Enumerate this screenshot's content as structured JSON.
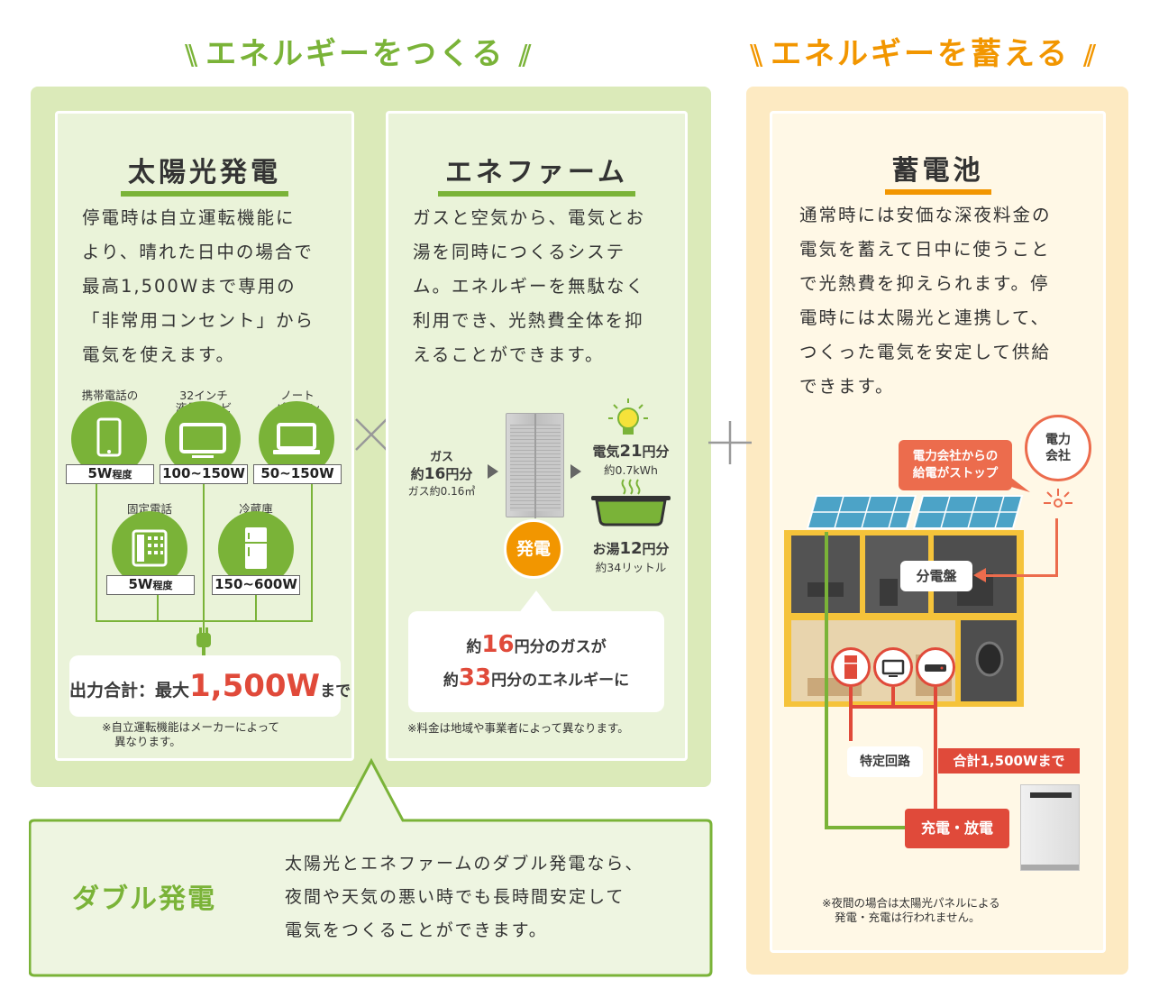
{
  "headings": {
    "create": "エネルギーをつくる",
    "store": "エネルギーを蓄える",
    "slash_left": "\\\\",
    "slash_right": "//"
  },
  "solar": {
    "title": "太陽光発電",
    "desc": [
      "停電時は自立運転機能に",
      "より、晴れた日中の場合で",
      "最高1,500Wまで専用の",
      "「非常用コンセント」から",
      "電気を使えます。"
    ],
    "appliances": [
      {
        "label": "携帯電話の\n充電",
        "watt": "5W",
        "suffix": "程度",
        "icon": "smartphone-icon"
      },
      {
        "label": "32インチ\n液晶テレビ",
        "watt": "100~150W",
        "suffix": "",
        "icon": "tv-icon"
      },
      {
        "label": "ノート\nパソコン",
        "watt": "50~150W",
        "suffix": "",
        "icon": "laptop-icon"
      },
      {
        "label": "固定電話",
        "watt": "5W",
        "suffix": "程度",
        "icon": "telephone-icon"
      },
      {
        "label": "冷蔵庫",
        "watt": "150~600W",
        "suffix": "",
        "icon": "fridge-icon"
      }
    ],
    "output_prefix": "出力合計：最大",
    "output_value": "1,500W",
    "output_suffix": "まで",
    "note": [
      "※自立運転機能はメーカーによって",
      "異なります。"
    ]
  },
  "enefarm": {
    "title": "エネファーム",
    "desc": [
      "ガスと空気から、電気とお",
      "湯を同時につくるシステ",
      "ム。エネルギーを無駄なく",
      "利用でき、光熱費全体を抑",
      "えることができます。"
    ],
    "gas_label": "ガス",
    "gas_value_prefix": "約",
    "gas_value_num": "16",
    "gas_value_suffix": "円分",
    "gas_amount": "ガス約0.16㎥",
    "gen_badge": "発電",
    "elec_label": "電気",
    "elec_num": "21",
    "elec_suffix": "円分",
    "elec_amount": "約0.7kWh",
    "water_label": "お湯",
    "water_num": "12",
    "water_suffix": "円分",
    "water_amount": "約34リットル",
    "bubble_line1_prefix": "約",
    "bubble_line1_num": "16",
    "bubble_line1_suffix": "円分のガスが",
    "bubble_line2_prefix": "約",
    "bubble_line2_num": "33",
    "bubble_line2_suffix": "円分のエネルギーに",
    "note": "※料金は地域や事業者によって異なります。"
  },
  "double": {
    "title": "ダブル発電",
    "desc": [
      "太陽光とエネファームのダブル発電なら、",
      "夜間や天気の悪い時でも長時間安定して",
      "電気をつくることができます。"
    ]
  },
  "battery": {
    "title": "蓄電池",
    "desc": [
      "通常時には安価な深夜料金の",
      "電気を蓄えて日中に使うこと",
      "で光熱費を抑えられます。停",
      "電時には太陽光と連携して、",
      "つくった電気を安定して供給",
      "できます。"
    ],
    "power_company": "電力\n会社",
    "stop_bubble": "電力会社からの\n給電がストップ",
    "panel_label": "分電盤",
    "circuit_label": "特定回路",
    "total_label": "合計1,500Wまで",
    "charge_label": "充電・放電",
    "note": [
      "※夜間の場合は太陽光パネルによる",
      "発電・充電は行われません。"
    ]
  },
  "operators": {
    "times": "×",
    "plus": "+"
  },
  "colors": {
    "green": "#7ab338",
    "orange": "#f29600",
    "red": "#e04a3a",
    "cream": "#fdeac2",
    "light_green": "#dbeab9"
  }
}
